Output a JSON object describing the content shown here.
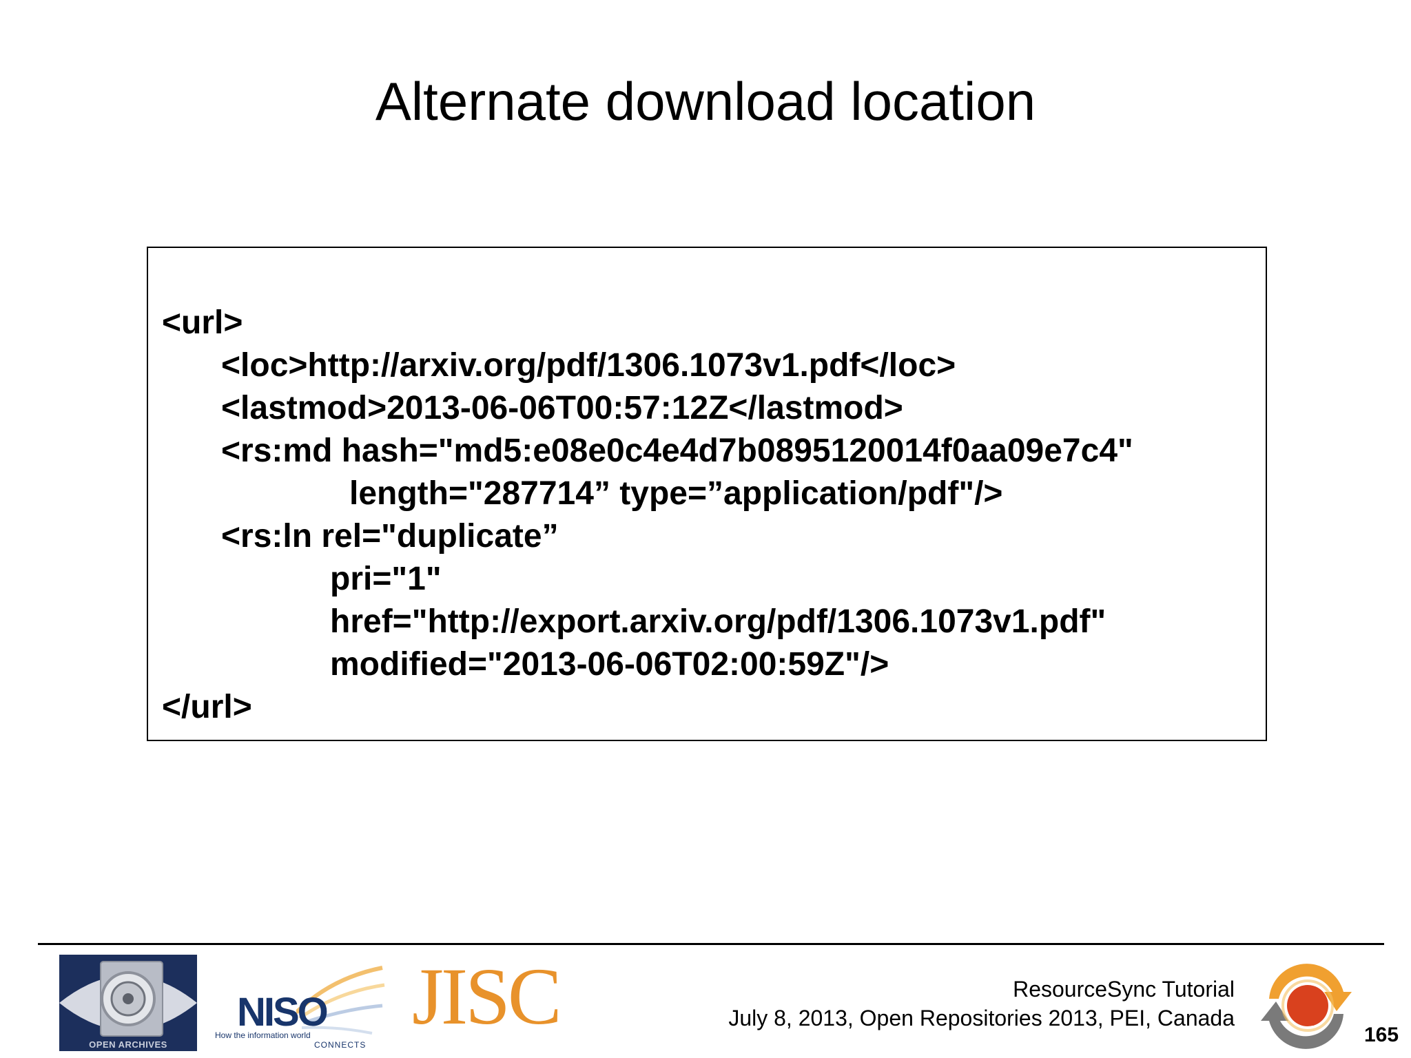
{
  "slide": {
    "title": "Alternate download location",
    "code_lines": [
      "<url>",
      "<loc>http://arxiv.org/pdf/1306.1073v1.pdf</loc>",
      "<lastmod>2013-06-06T00:57:12Z</lastmod>",
      "<rs:md hash=\"md5:e08e0c4e4d7b0895120014f0aa09e7c4\"",
      "length=\"287714” type=”application/pdf\"/>",
      "<rs:ln rel=\"duplicate”",
      "pri=\"1\"",
      "href=\"http://export.arxiv.org/pdf/1306.1073v1.pdf\"",
      "modified=\"2013-06-06T02:00:59Z\"/>",
      "</url>"
    ]
  },
  "footer": {
    "tutorial_name": "ResourceSync Tutorial",
    "event": "July 8, 2013, Open Repositories 2013, PEI, Canada",
    "page_number": "165",
    "logos": {
      "oai_label": "OPEN ARCHIVES",
      "niso_label": "NISO",
      "niso_tagline": "How the information world",
      "niso_connects": "CONNECTS",
      "jisc_label": "JISC"
    }
  },
  "colors": {
    "oai_background": "#1c2f5c",
    "niso_blue": "#18356b",
    "jisc_orange": "#e8922b",
    "resourcesync_orange": "#f0a030",
    "resourcesync_red": "#d9411e",
    "resourcesync_gray": "#7a7a7a"
  }
}
